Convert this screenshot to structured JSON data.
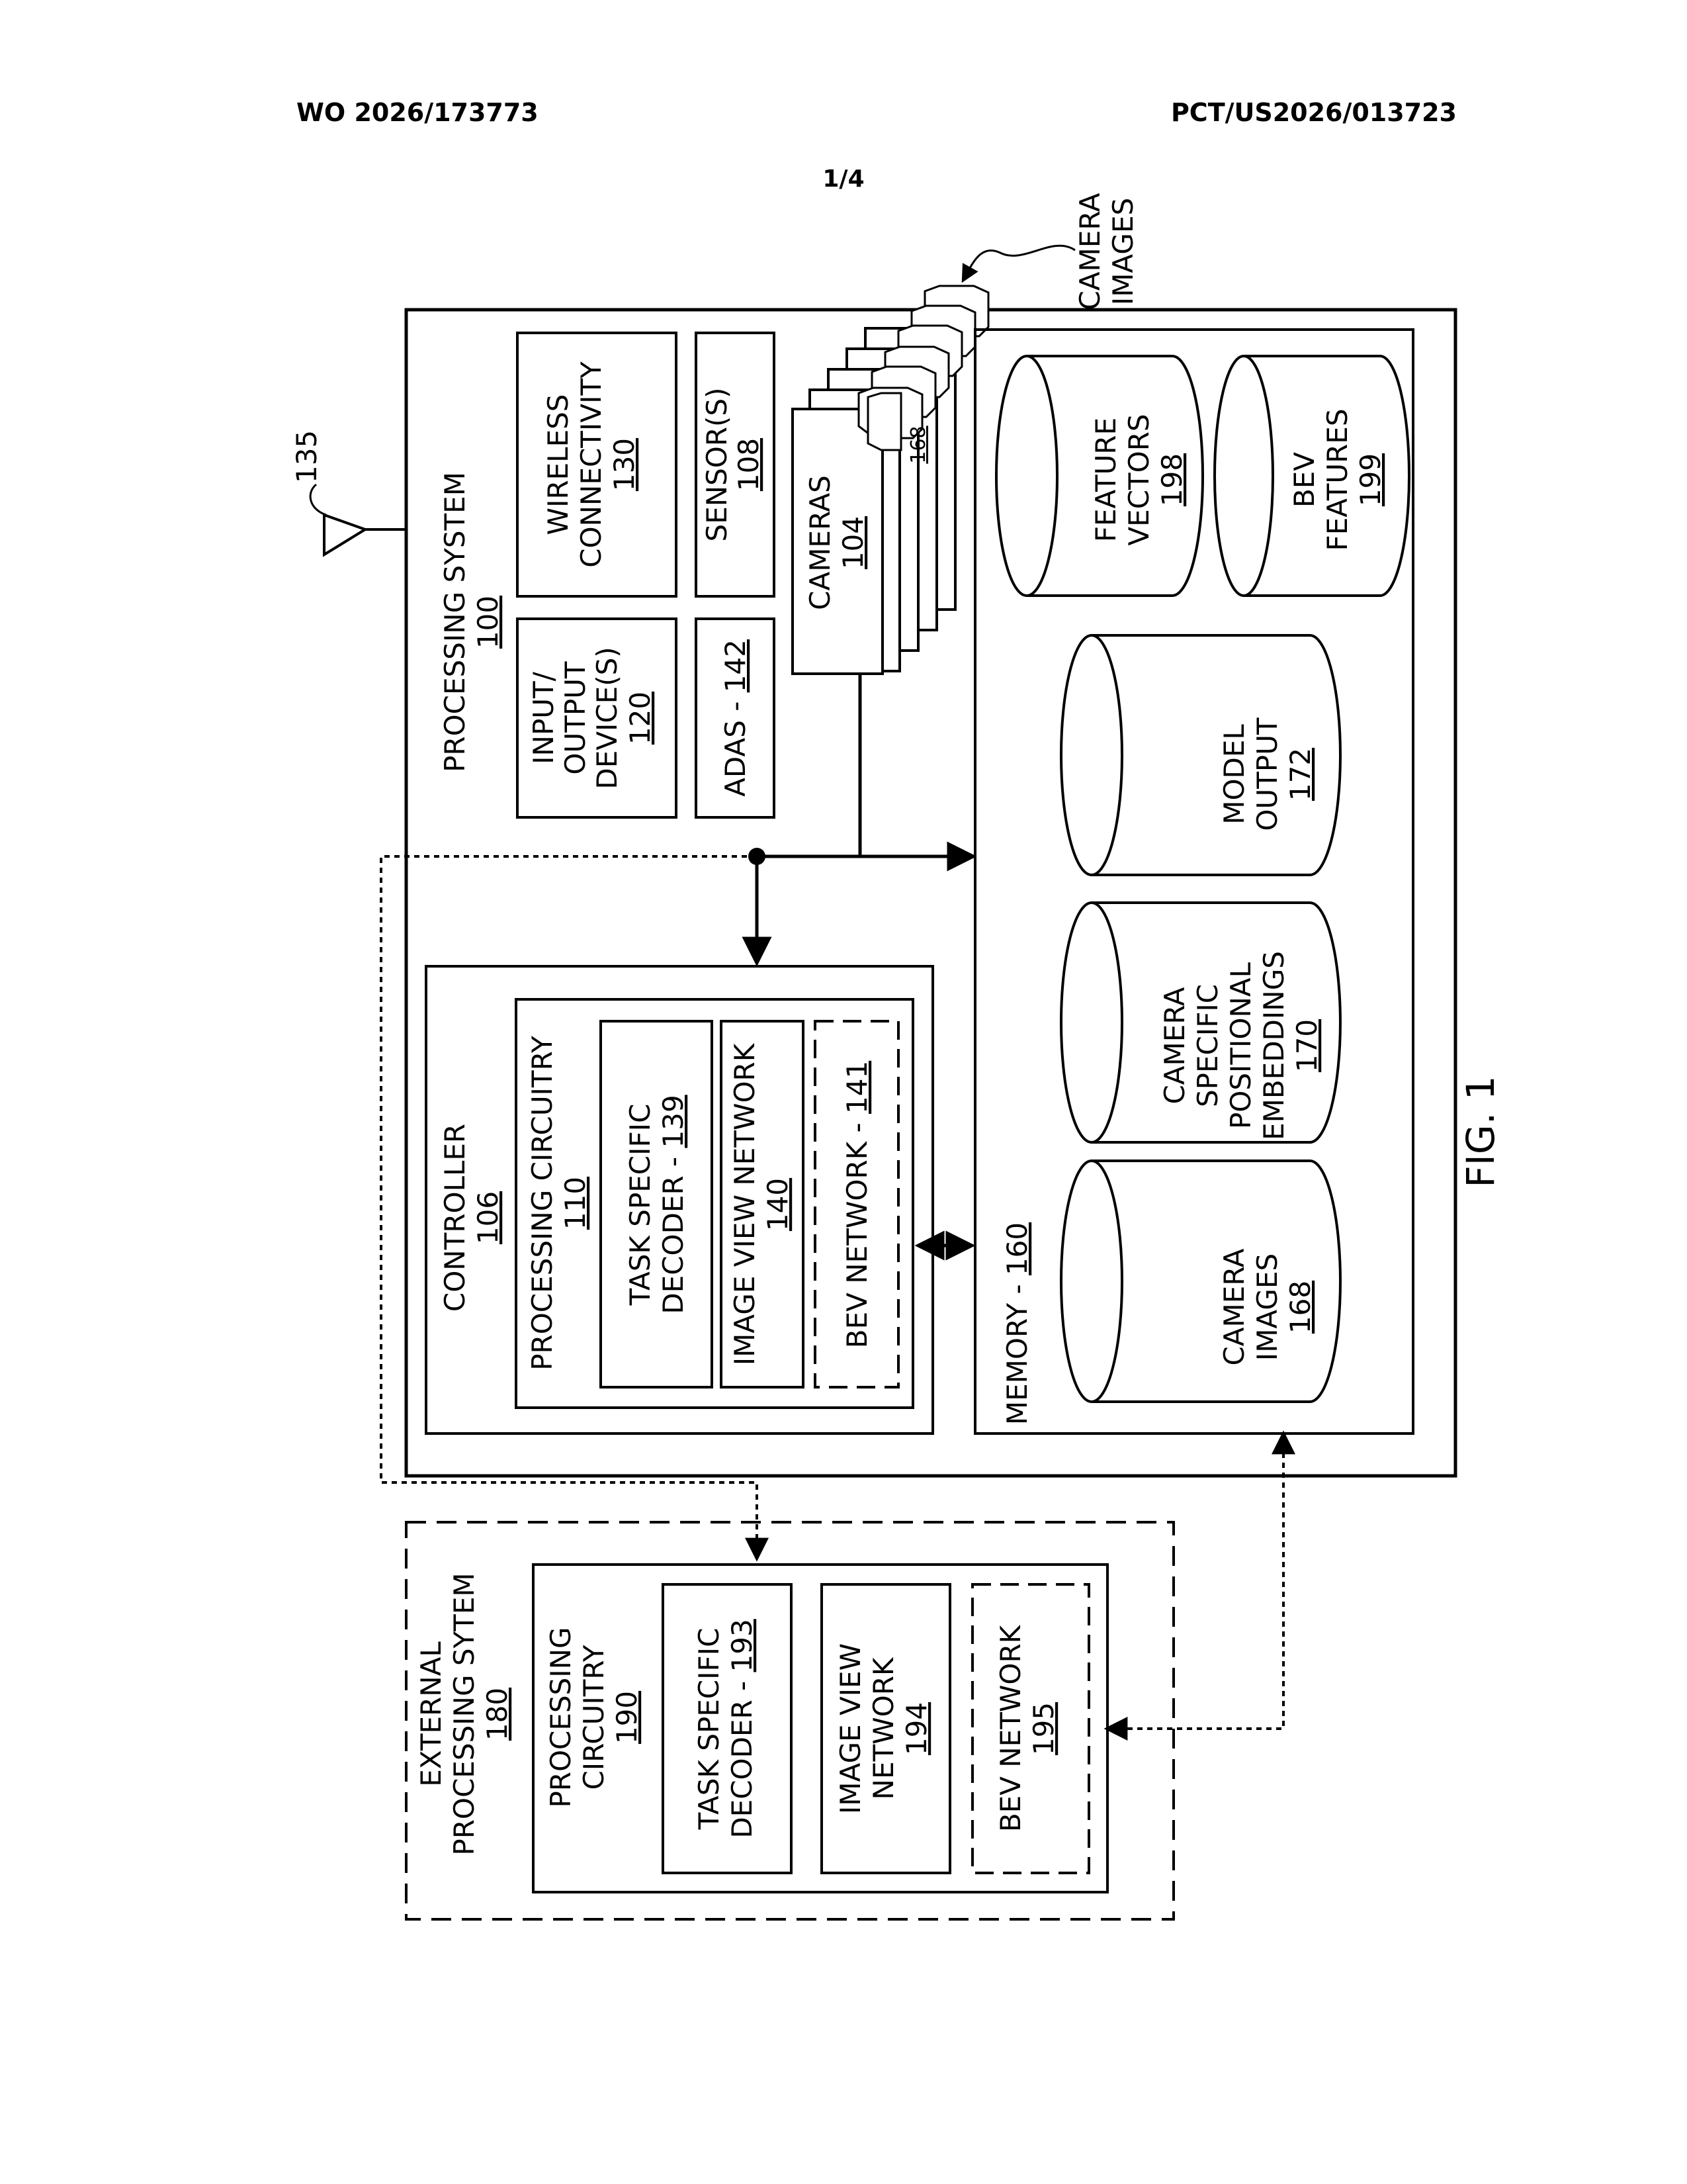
{
  "header": {
    "left": "WO 2026/173773",
    "right": "PCT/US2026/013723"
  },
  "sheet": "1/4",
  "figure_label": "FIG. 1",
  "antenna": {
    "ref": "135"
  },
  "camera_images_callout": [
    "CAMERA",
    "IMAGES"
  ],
  "processing_system": {
    "label": "PROCESSING SYSTEM",
    "ref": "100"
  },
  "input_output": {
    "lines": [
      "INPUT/",
      "OUTPUT",
      "DEVICE(S)"
    ],
    "ref": "120"
  },
  "wireless": {
    "lines": [
      "WIRELESS",
      "CONNECTIVITY"
    ],
    "ref": "130"
  },
  "adas": {
    "label": "ADAS - ",
    "ref": "142"
  },
  "sensors": {
    "label": "SENSOR(S)",
    "ref": "108"
  },
  "cameras": {
    "label": "CAMERAS",
    "ref": "104"
  },
  "camera_icon_ref": "168",
  "controller": {
    "label": "CONTROLLER",
    "ref": "106"
  },
  "processing_circuitry_110": {
    "label": "PROCESSING CIRCUITRY",
    "ref": "110"
  },
  "task_decoder_139": {
    "lines": [
      "TASK SPECIFIC",
      "DECODER - "
    ],
    "ref": "139"
  },
  "image_view_140": {
    "label": "IMAGE VIEW NETWORK",
    "ref": "140"
  },
  "bev_141": {
    "label": "BEV NETWORK - ",
    "ref": "141"
  },
  "memory": {
    "label": "MEMORY - ",
    "ref": "160"
  },
  "camera_images_store": {
    "lines": [
      "CAMERA",
      "IMAGES"
    ],
    "ref": "168"
  },
  "positional_embeddings": {
    "lines": [
      "CAMERA",
      "SPECIFIC",
      "POSITIONAL",
      "EMBEDDINGS"
    ],
    "ref": "170"
  },
  "model_output": {
    "lines": [
      "MODEL",
      "OUTPUT"
    ],
    "ref": "172"
  },
  "feature_vectors": {
    "lines": [
      "FEATURE",
      "VECTORS"
    ],
    "ref": "198"
  },
  "bev_features": {
    "lines": [
      "BEV",
      "FEATURES"
    ],
    "ref": "199"
  },
  "external_system": {
    "lines": [
      "EXTERNAL",
      "PROCESSING SYTEM"
    ],
    "ref": "180"
  },
  "processing_circuitry_190": {
    "lines": [
      "PROCESSING",
      "CIRCUITRY"
    ],
    "ref": "190"
  },
  "task_decoder_193": {
    "lines": [
      "TASK SPECIFIC",
      "DECODER - "
    ],
    "ref": "193"
  },
  "image_view_194": {
    "lines": [
      "IMAGE VIEW",
      "NETWORK"
    ],
    "ref": "194"
  },
  "bev_195": {
    "label": "BEV NETWORK",
    "ref": "195"
  }
}
